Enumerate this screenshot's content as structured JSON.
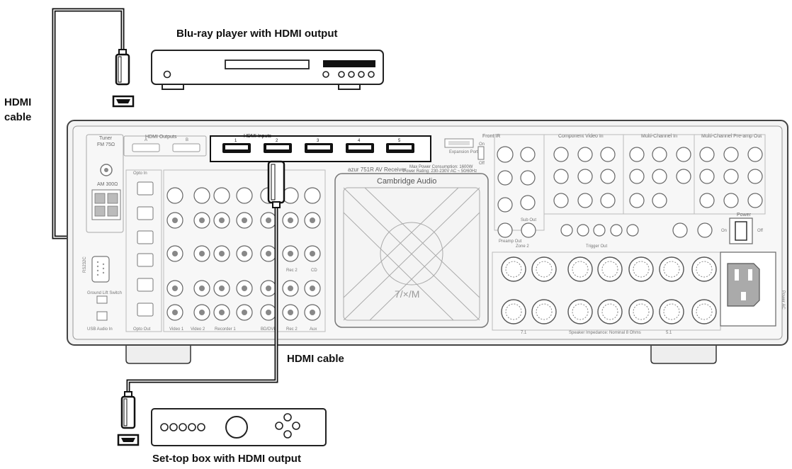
{
  "labels": {
    "bluray": "Blu-ray player with HDMI output",
    "hdmi_cable_left": "HDMI\ncable",
    "hdmi_cable_bottom": "HDMI cable",
    "settop": "Set-top box with HDMI output"
  },
  "receiver": {
    "model": "azur 751R AV Receiver",
    "brand": "Cambridge Audio",
    "power_consumption": "Max Power Consumption: 1600W",
    "power_rating": "Power Rating: 230-230V AC ~ 50/60Hz",
    "tuner": "Tuner",
    "tuner_fm": "FM 75Ω",
    "am": "AM 300Ω",
    "hdmi_outputs": "HDMI Outputs",
    "hdmi_out_a": "A",
    "hdmi_out_b": "B",
    "hdmi_inputs": "HDMI Inputs",
    "hdmi_input_numbers": [
      "1",
      "2",
      "3",
      "4",
      "5"
    ],
    "front_ir": "Front IR",
    "ir_on": "On",
    "ir_off": "Off",
    "expansion": "Expansion Port",
    "rs232": "RS232C",
    "usb_audio": "USB Audio In",
    "ground_lift": "Ground Lift Switch",
    "optical_in": "Opto In",
    "optical_out": "Opto Out",
    "video1": "Video 1",
    "video2": "Video 2",
    "recorder1": "Recorder 1",
    "bd_dvd": "BD/DVD",
    "rec2": "Rec 2",
    "cd": "CD",
    "aux": "Aux",
    "component_video_in": "Component Video In",
    "multi_channel_in": "Multi-Channel In",
    "multi_channel_preamp_out": "Multi-Channel Pre-amp Out",
    "zone2": "Zone 2",
    "preamp_out": "Preamp Out",
    "sub_out": "Sub Out",
    "trigger_out": "Trigger Out",
    "power": "Power",
    "power_on": "On",
    "power_off": "Off",
    "power_ac": "Power AC",
    "speaker_impedance": "Speaker Impedance: Nominal 8 Ohms",
    "seven_one": "7.1",
    "five_one": "5.1",
    "fan_badge": "7/×/M"
  }
}
